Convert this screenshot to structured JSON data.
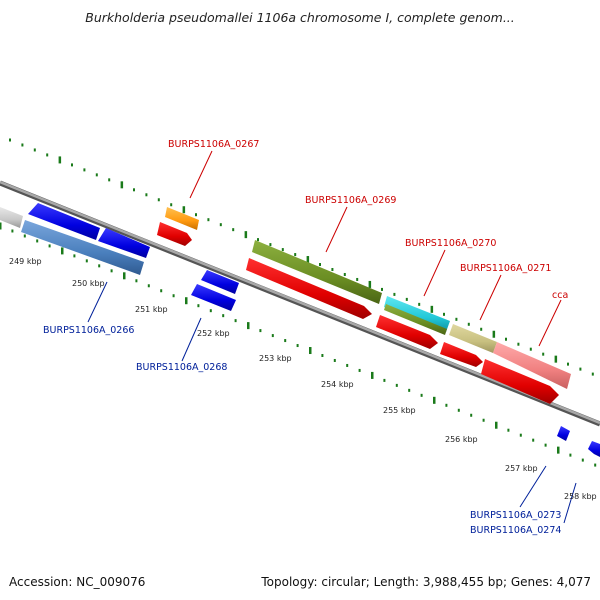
{
  "title": "Burkholderia pseudomallei 1106a chromosome I, complete genom...",
  "footer": {
    "accession": "Accession: NC_009076",
    "stats": "Topology: circular; Length: 3,988,455 bp; Genes: 4,077"
  },
  "scale_labels": [
    "249 kbp",
    "250 kbp",
    "251 kbp",
    "252 kbp",
    "253 kbp",
    "254 kbp",
    "255 kbp",
    "256 kbp",
    "257 kbp",
    "258 kbp"
  ],
  "gene_labels": {
    "forward": [
      "BURPS1106A_0267",
      "BURPS1106A_0269",
      "BURPS1106A_0270",
      "BURPS1106A_0271",
      "cca"
    ],
    "reverse": [
      "BURPS1106A_0266",
      "BURPS1106A_0268",
      "BURPS1106A_0273",
      "BURPS1106A_0274"
    ]
  },
  "colors": {
    "backbone": "#8a8a8a",
    "tick": "#1a7a1a",
    "forward_label": "#cc0000",
    "reverse_label": "#00209a",
    "red": "#ee0000",
    "blue": "#0a0ae0",
    "steel_blue": "#4a7fbd",
    "olive": "#6b8e23",
    "cyan": "#22c8d8",
    "khaki": "#c8c080",
    "salmon": "#f08080",
    "orange": "#ff9a10",
    "gray": "#c8c8c8"
  }
}
